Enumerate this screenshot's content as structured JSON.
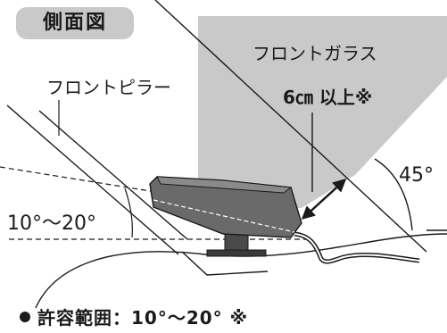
{
  "view_label": "側面図",
  "labels": {
    "windshield": "フロントガラス",
    "front_pillar": "フロントピラー",
    "clearance": "6㎝ 以上※",
    "windshield_angle": "45°",
    "mount_angle": "10°～20°"
  },
  "footer": {
    "text": "許容範囲：10°～20° ※"
  },
  "colors": {
    "clearance_zone": "#c9c9c9",
    "line": "#1a1a1a",
    "device_body": "#6a6a6a",
    "device_top": "#8a8a8a"
  },
  "icons": {
    "bullet": "filled-circle",
    "arrow": "double-headed-arrow"
  }
}
